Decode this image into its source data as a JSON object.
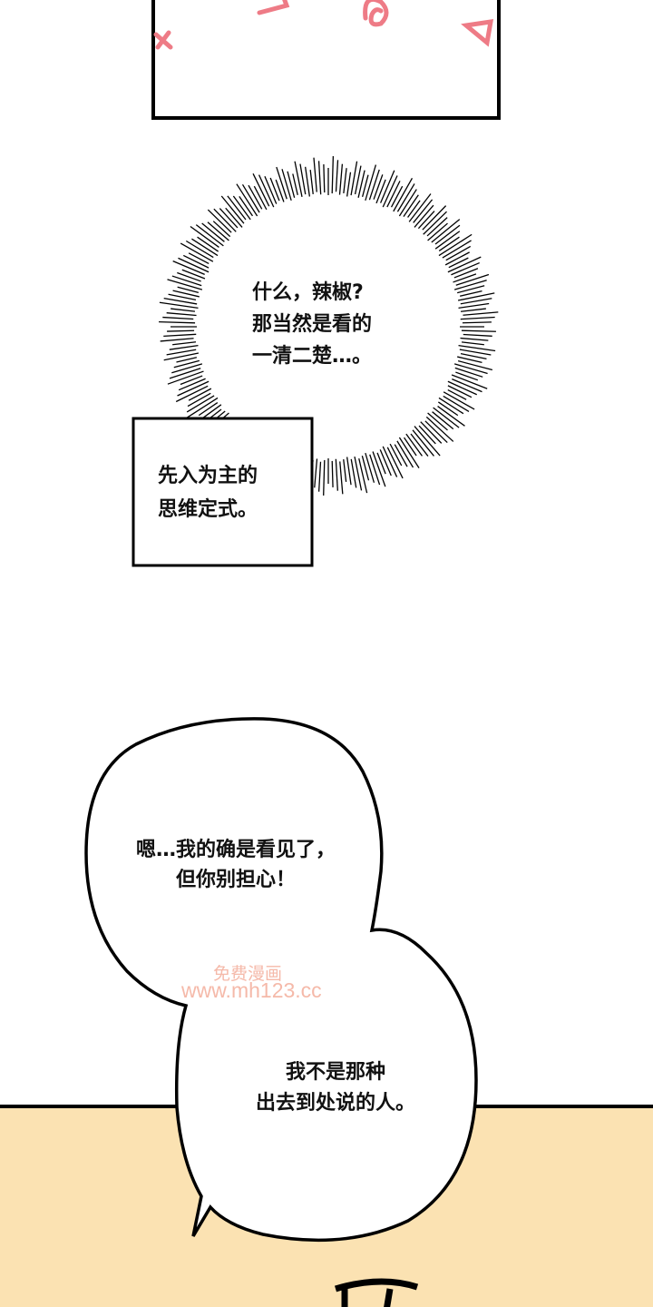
{
  "thought_bubble": {
    "lines": [
      "什么，辣椒?",
      "那当然是看的",
      "一清二楚…。"
    ]
  },
  "caption_box": {
    "lines": [
      "先入为主的",
      "思维定式。"
    ]
  },
  "speech_bubble_1": {
    "lines": [
      "嗯…我的确是看见了，",
      "但你别担心！"
    ]
  },
  "speech_bubble_2": {
    "lines": [
      "我不是那种",
      "出去到处说的人。"
    ]
  },
  "watermark": {
    "line1": "免费漫画",
    "line2": "www.mh123.cc"
  },
  "colors": {
    "floor": "#fbe2b2",
    "doodle": "#ee7b86",
    "ink": "#000000"
  }
}
